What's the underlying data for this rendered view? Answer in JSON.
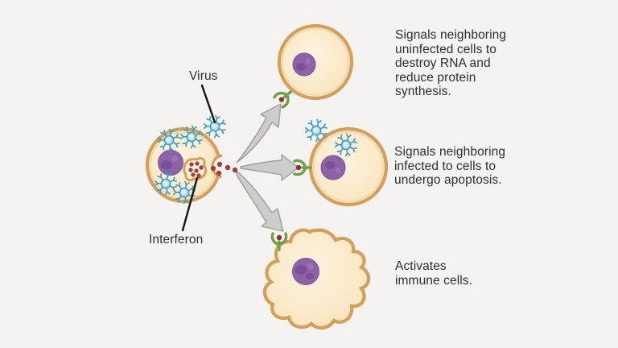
{
  "title": "Interferon signaling diagram",
  "labels": {
    "virus": "Virus",
    "interferon": "Interferon"
  },
  "annotations": {
    "uninfected": "Signals neighboring\nuninfected cells to\ndestroy RNA and\nreduce protein\nsynthesis.",
    "infected": "Signals neighboring\ninfected to cells to\nundergo apoptosis.",
    "immune": "Activates\nimmune cells."
  },
  "elements": {
    "infected_cell": "infected cell releasing interferon",
    "virus_particle": "virus particle",
    "interferon_vesicle": "vesicle of interferon molecules",
    "interferon_dots": "interferon molecules",
    "receptor": "interferon receptor",
    "uninfected_cell": "uninfected neighboring cell",
    "infected_neighbor_cell": "infected neighboring cell",
    "immune_cell": "immune cell"
  },
  "colors": {
    "background": "#f4f3f2",
    "membrane": "#d5a055",
    "membrane_inner": "#f0d9ad",
    "cytoplasm": "#fbe9c9",
    "nucleus": "#8d62a7",
    "nucleus_dark": "#754d92",
    "virus_fill": "#b7e0ef",
    "virus_stroke": "#3e9ec2",
    "interferon_dot": "#b23a3a",
    "receptor": "#6aa344",
    "arrow_fill": "#cccccc",
    "arrow_stroke": "#9e9e9e",
    "text": "#2e2e2e",
    "pointer_line": "#151515"
  }
}
